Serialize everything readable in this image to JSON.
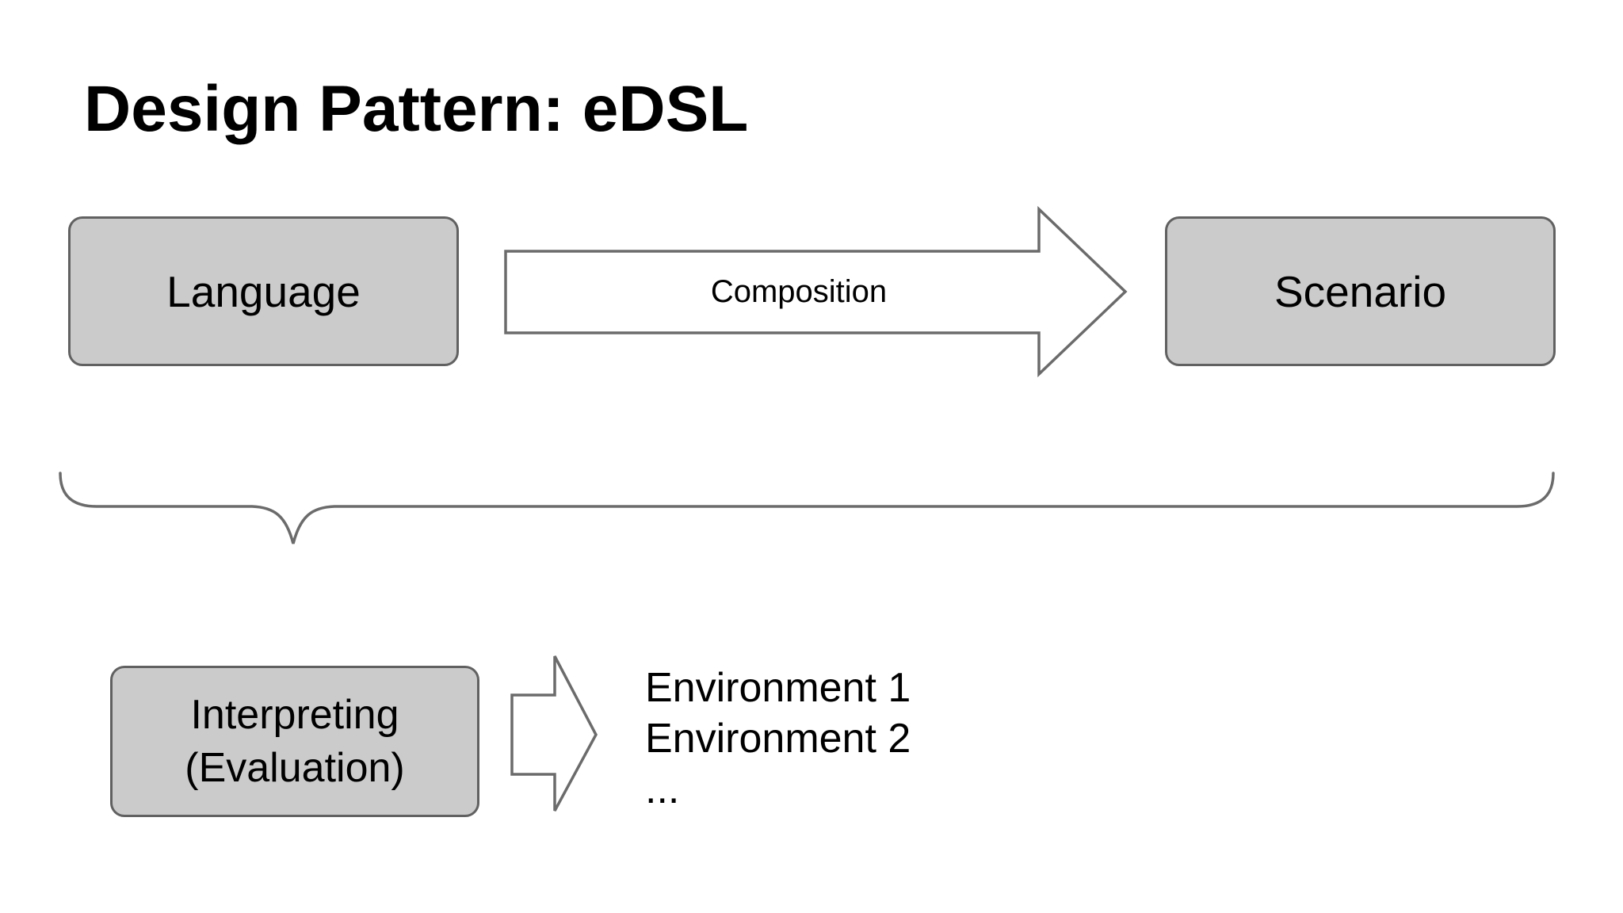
{
  "title": "Design Pattern: eDSL",
  "diagram": {
    "nodes": {
      "language": {
        "label": "Language"
      },
      "scenario": {
        "label": "Scenario"
      },
      "interpreting": {
        "label_line1": "Interpreting",
        "label_line2": "(Evaluation)"
      }
    },
    "arrows": {
      "composition": {
        "label": "Composition"
      },
      "evaluation": {
        "label": ""
      }
    },
    "environments": {
      "items": [
        "Environment 1",
        "Environment 2",
        "..."
      ]
    }
  },
  "colors": {
    "background": "#ffffff",
    "node_fill": "#cbcbcb",
    "node_border": "#616161",
    "arrow_fill": "#ffffff",
    "arrow_stroke": "#6b6b6b",
    "brace_stroke": "#6b6b6b",
    "text": "#000000"
  }
}
